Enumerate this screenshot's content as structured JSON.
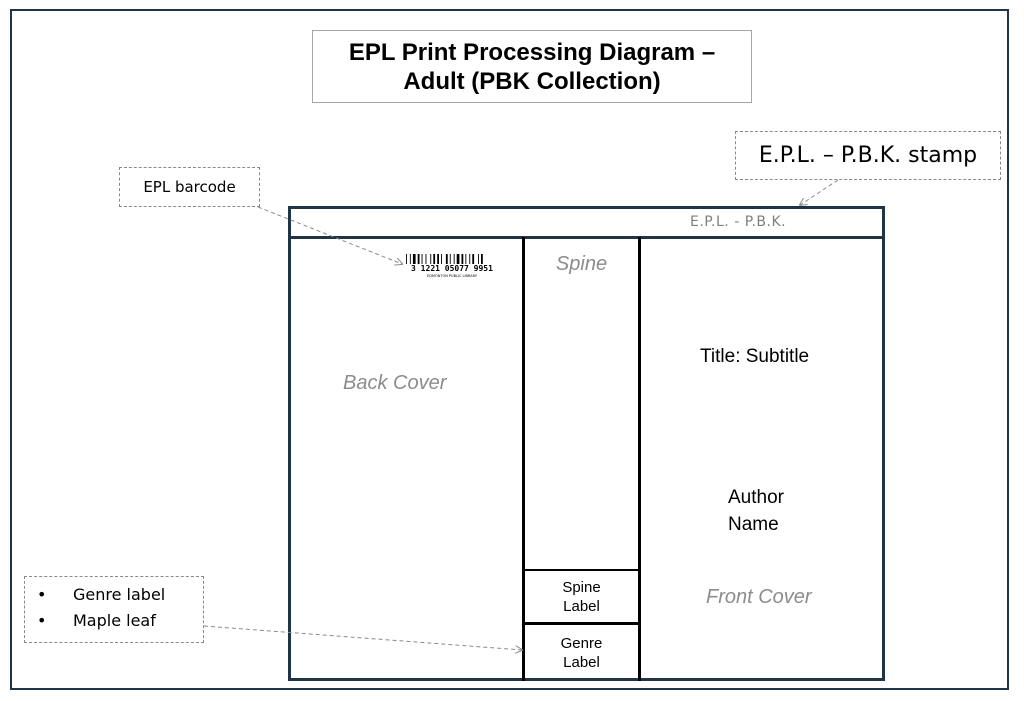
{
  "title": {
    "line1": "EPL Print Processing Diagram –",
    "line2": "Adult (PBK Collection)"
  },
  "callouts": {
    "stamp": "E.P.L. – P.B.K. stamp",
    "barcode": "EPL barcode",
    "bullets": [
      "Genre label",
      "Maple leaf"
    ]
  },
  "book": {
    "stamp_text": "E.P.L. - P.B.K.",
    "back_cover": "Back Cover",
    "spine": "Spine",
    "title": "Title: Subtitle",
    "author_line1": "Author",
    "author_line2": "Name",
    "front_cover": "Front Cover",
    "spine_label_line1": "Spine",
    "spine_label_line2": "Label",
    "genre_label_line1": "Genre",
    "genre_label_line2": "Label",
    "barcode_number": "3 1221 05077 9951",
    "barcode_caption": "EDMONTON PUBLIC LIBRARY"
  }
}
